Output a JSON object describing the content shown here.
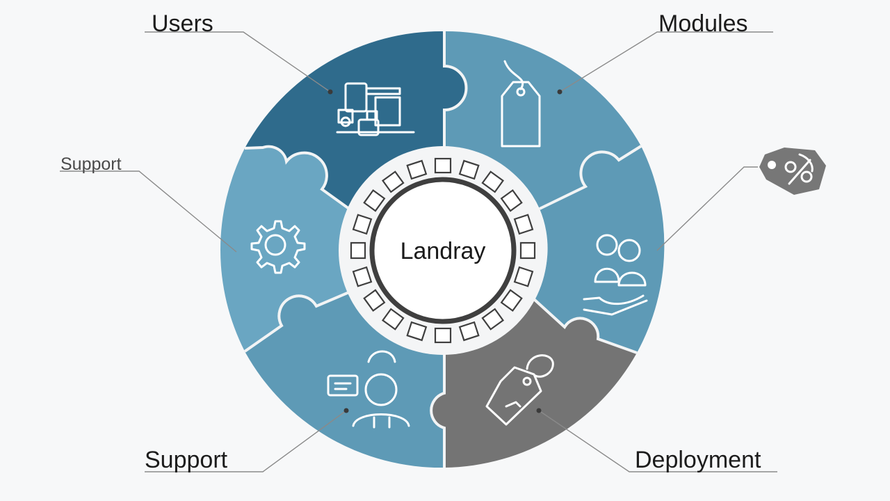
{
  "diagram": {
    "center_label": "Landray",
    "labels": {
      "users": "Users",
      "modules": "Modules",
      "support_side": "Support",
      "support_bottom": "Support",
      "deployment": "Deployment"
    }
  },
  "colors": {
    "dark_teal": "#2f6b8c",
    "mid_teal": "#5e9ab6",
    "light_teal": "#6aa6c2",
    "gray": "#747474",
    "ring": "#3f3f3f",
    "leader_line": "#8a8a8a"
  },
  "icons": [
    "office-equipment-icon",
    "price-tag-icon",
    "gear-icon",
    "people-hand-icon",
    "customer-service-icon",
    "discount-tag-icon",
    "shoe-tag-icon"
  ]
}
